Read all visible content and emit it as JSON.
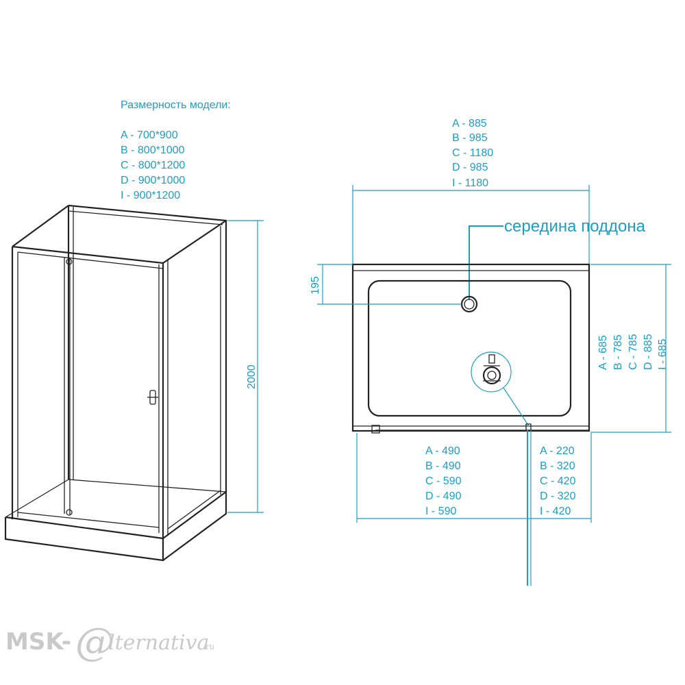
{
  "models": {
    "heading": "Размерность модели:",
    "lines": [
      "A - 700*900",
      "B - 800*1000",
      "C - 800*1200",
      "D - 900*1000",
      "I   - 900*1200"
    ]
  },
  "cabin": {
    "height_label": "2000"
  },
  "tray": {
    "width_lines": [
      "A - 885",
      "B - 985",
      "C - 1180",
      "D - 985",
      "I - 1180"
    ],
    "center_label": "середина поддона",
    "drain_offset_label": "195",
    "depth_lines": [
      "A - 685",
      "B - 785",
      "C - 785",
      "D - 885",
      "I - 685"
    ],
    "left_part_lines": [
      "A - 490",
      "B - 490",
      "C - 590",
      "D - 490",
      "I - 590"
    ],
    "right_part_lines": [
      "A - 220",
      "B - 320",
      "C - 420",
      "D - 320",
      "I - 420"
    ]
  },
  "watermark": {
    "left": "MSK-",
    "at": "@",
    "right": "lternativa",
    "suffix": ".ru"
  },
  "colors": {
    "dimension": "#1b9ec4",
    "outline": "#222222",
    "watermark": "#c9c9c9"
  }
}
